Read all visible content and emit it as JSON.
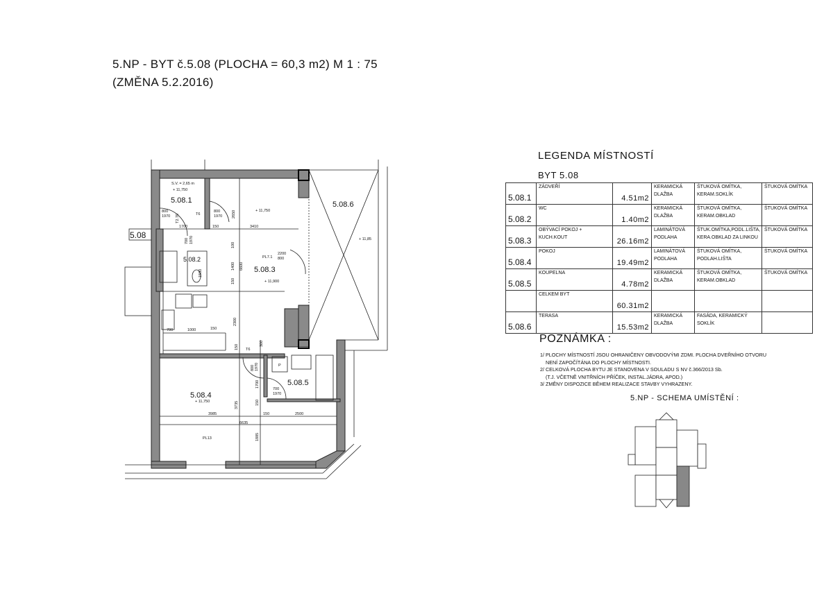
{
  "header": {
    "title_line1": "5.NP - BYT č.5.08 (PLOCHA = 60,3 m2)     M 1 : 75",
    "title_line2": "(ZMĚNA 5.2.2016)"
  },
  "legend": {
    "title": "LEGENDA MÍSTNOSTÍ",
    "subtitle": "BYT 5.08",
    "rows": [
      {
        "id": "5.08.1",
        "name": "ZÁDVEŘÍ",
        "area": "4.51m2",
        "floor": "KERAMICKÁ DLAŽBA",
        "walls": "ŠTUKOVÁ OMÍTKA, KERAM.SOKLÍK",
        "ceiling": "ŠTUKOVÁ OMÍTKA"
      },
      {
        "id": "5.08.2",
        "name": "WC",
        "area": "1.40m2",
        "floor": "KERAMICKÁ DLAŽBA",
        "walls": "ŠTUKOVÁ OMÍTKA, KERAM.OBKLAD",
        "ceiling": "ŠTUKOVÁ OMÍTKA"
      },
      {
        "id": "5.08.3",
        "name": "OBÝVACÍ POKOJ + KUCH.KOUT",
        "area": "26.16m2",
        "floor": "LAMINÁTOVÁ PODLAHA",
        "walls": "ŠTUK.OMÍTKA,PODL.LIŠTA, KERA.OBKLAD ZA LINKOU",
        "ceiling": "ŠTUKOVÁ OMÍTKA"
      },
      {
        "id": "5.08.4",
        "name": "POKOJ",
        "area": "19.49m2",
        "floor": "LAMINÁTOVÁ PODLAHA",
        "walls": "ŠTUKOVÁ OMÍTKA, PODLAH.LIŠTA",
        "ceiling": "ŠTUKOVÁ OMÍTKA"
      },
      {
        "id": "5.08.5",
        "name": "KOUPELNA",
        "area": "4.78m2",
        "floor": "KERAMICKÁ DLAŽBA",
        "walls": "ŠTUKOVÁ OMÍTKA, KERAM.OBKLAD",
        "ceiling": "ŠTUKOVÁ OMÍTKA"
      },
      {
        "id": "",
        "name": "CELKEM BYT",
        "area": "60.31m2",
        "floor": "",
        "walls": "",
        "ceiling": ""
      },
      {
        "id": "5.08.6",
        "name": "TERASA",
        "area": "15.53m2",
        "floor": "KERAMICKÁ DLAŽBA",
        "walls": "FASÁDA, KERAMICKÝ SOKLÍK",
        "ceiling": ""
      }
    ]
  },
  "notes": {
    "title": "POZNÁMKA :",
    "items": [
      "1/ PLOCHY MÍSTNOSTÍ JSOU OHRANIČENY OBVODOVÝMI ZDMI. PLOCHA DVEŘNÍHO OTVORU",
      "NENÍ ZAPOČÍTÁNA DO PLOCHY MÍSTNOSTI.",
      "2/ CELKOVÁ PLOCHA BYTU JE STANOVENA V SOULADU S NV č.366/2013 Sb.",
      "(T.J. VČETNĚ VNITŘNÍCH PŘÍČEK, INSTAL.JÁDRA, APOD.)",
      "3/ ZMĚNY DISPOZICE BĚHEM REALIZACE STAVBY VYHRAZENY."
    ],
    "schema_title": "5.NP - SCHEMA UMÍSTĚNÍ :"
  },
  "plan": {
    "unit_tag": "5.08",
    "rooms": {
      "r1": "5.08.1",
      "r2": "5.08.2",
      "r3": "5.08.3",
      "r4": "5.08.4",
      "r5": "5.08.5",
      "r6": "5.08.6"
    },
    "heights": {
      "sv": "S.V. = 2,65 m",
      "h1": "+ 11,750",
      "h3a": "+ 11,750",
      "h3b": "+ 11,900",
      "h4": "+ 11,750",
      "h6": "+ 11,85"
    },
    "dims": {
      "d1700": "1700",
      "d150a": "150",
      "d3410": "3410",
      "d2650": "2650",
      "d6600": "6600",
      "d100": "100",
      "d1400": "1400",
      "d150b": "150",
      "d2300": "2300",
      "d700": "700",
      "d1000": "1000",
      "d150c": "150",
      "d150d": "150",
      "d300": "300",
      "d1700b": "1700",
      "d150e": "150",
      "d3735": "3735",
      "d3985": "3985",
      "d150f": "150",
      "d2500": "2500",
      "d6635": "6635",
      "d1885": "1885",
      "d1500": "1500"
    },
    "doors": {
      "a": "800",
      "a2": "1970",
      "b": "800",
      "b2": "1970",
      "c": "700",
      "c2": "1970",
      "d": "2200",
      "d2": "800",
      "e": "800",
      "e2": "1970",
      "f": "700",
      "f2": "1970"
    },
    "tags": {
      "t1": "T2.70",
      "t2": "T6",
      "t3": "PL7.1",
      "t4": "T6",
      "t5": "PL13",
      "t6": "P"
    }
  }
}
